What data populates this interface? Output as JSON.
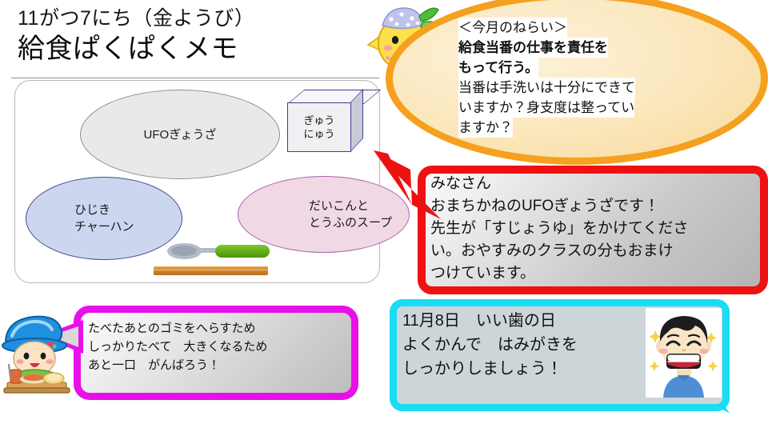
{
  "header": {
    "date_line": "11がつ7にち（金ようび）",
    "memo_title": "給食ぱくぱくメモ"
  },
  "menu": {
    "items": [
      {
        "name": "UFOぎょうざ",
        "shape": "ellipse",
        "fill": "#e9e9e9",
        "stroke": "#8e8e8e"
      },
      {
        "name": "ぎゅう\nにゅう",
        "label_line1": "ぎゅう",
        "label_line2": "にゅう",
        "shape": "box-3d",
        "fill": "#f0f0f3",
        "stroke": "#3d3f8c"
      },
      {
        "name": "ひじき\nチャーハン",
        "label_line1": "ひじき",
        "label_line2": "チャーハン",
        "shape": "ellipse",
        "fill": "#ccd6ef",
        "stroke": "#44508f"
      },
      {
        "name": "だいこんと\nとうふのスープ",
        "label_line1": "だいこんと",
        "label_line2": "とうふのスープ",
        "shape": "ellipse",
        "fill": "#f0d9e4",
        "stroke": "#b05fae"
      }
    ],
    "utensils": [
      {
        "icon": "spoon-icon",
        "handle_color": "#5faa17"
      },
      {
        "icon": "chopsticks-icon",
        "color": "#d2842a"
      }
    ]
  },
  "goal": {
    "heading": "＜今月のねらい＞",
    "lines": [
      {
        "text": "給食当番の仕事を責任を",
        "bold": true
      },
      {
        "text": "もって行う。",
        "bold": true
      },
      {
        "text": "当番は手洗いは十分にできて",
        "bold": false
      },
      {
        "text": "いますか？身支度は整ってい",
        "bold": false
      },
      {
        "text": "ますか？",
        "bold": false
      }
    ],
    "border_color": "#f5a01e",
    "fill_color": "#fbe7bc"
  },
  "red_bubble": {
    "lines": [
      "みなさん",
      "おまちかねのUFOぎょうざです！",
      "先生が「すじょうゆ」をかけてくださ",
      "い。おやすみのクラスの分もおまけ",
      "つけています。"
    ],
    "border_color": "#ee1111"
  },
  "magenta_bubble": {
    "lines": [
      "たべたあとのゴミをへらすため",
      "しっかりたべて　大きくなるため",
      "あと一口　がんばろう！"
    ],
    "border_color": "#e810e8"
  },
  "cyan_box": {
    "lines": [
      "11月8日　いい歯の日",
      "よくかんで　はみがきを",
      "しっかりしましょう！"
    ],
    "border_color": "#19dcf5",
    "fill_color": "#ccd6d9"
  },
  "illustrations": {
    "chick": "chick-mascot-icon",
    "cook": "cook-character-icon",
    "boy": "smiling-boy-teeth-icon"
  }
}
